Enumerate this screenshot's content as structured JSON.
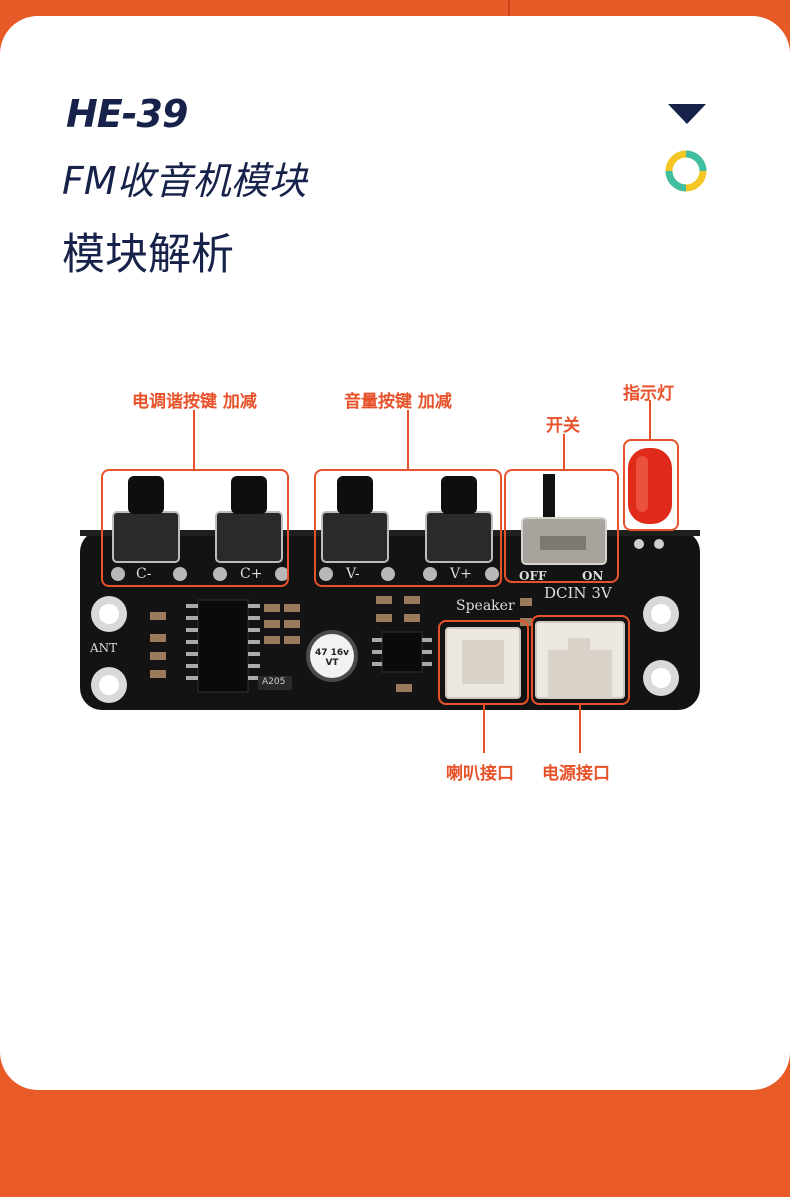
{
  "header": {
    "model": "HE-39",
    "subtitle": "FM收音机模块",
    "section_title": "模块解析"
  },
  "callouts": {
    "tune_buttons": "电调谐按键 加减",
    "volume_buttons": "音量按键 加减",
    "switch": "开关",
    "indicator": "指示灯",
    "speaker_port": "喇叭接口",
    "power_port": "电源接口"
  },
  "board_labels": {
    "c_minus": "C-",
    "c_plus": "C+",
    "v_minus": "V-",
    "v_plus": "V+",
    "off": "OFF",
    "on": "ON",
    "speaker": "Speaker",
    "dcin": "DCIN 3V",
    "ant": "ANT",
    "cap_text": "47 16v VT",
    "resistor": "A205"
  },
  "icons": {
    "dropdown": "triangle-down-icon",
    "ring": "ring-icon"
  },
  "colors": {
    "accent": "#e8522a",
    "navy": "#17224a",
    "background": "#e85a26",
    "ring_yellow": "#f3c624",
    "ring_teal": "#3fbfa0"
  }
}
